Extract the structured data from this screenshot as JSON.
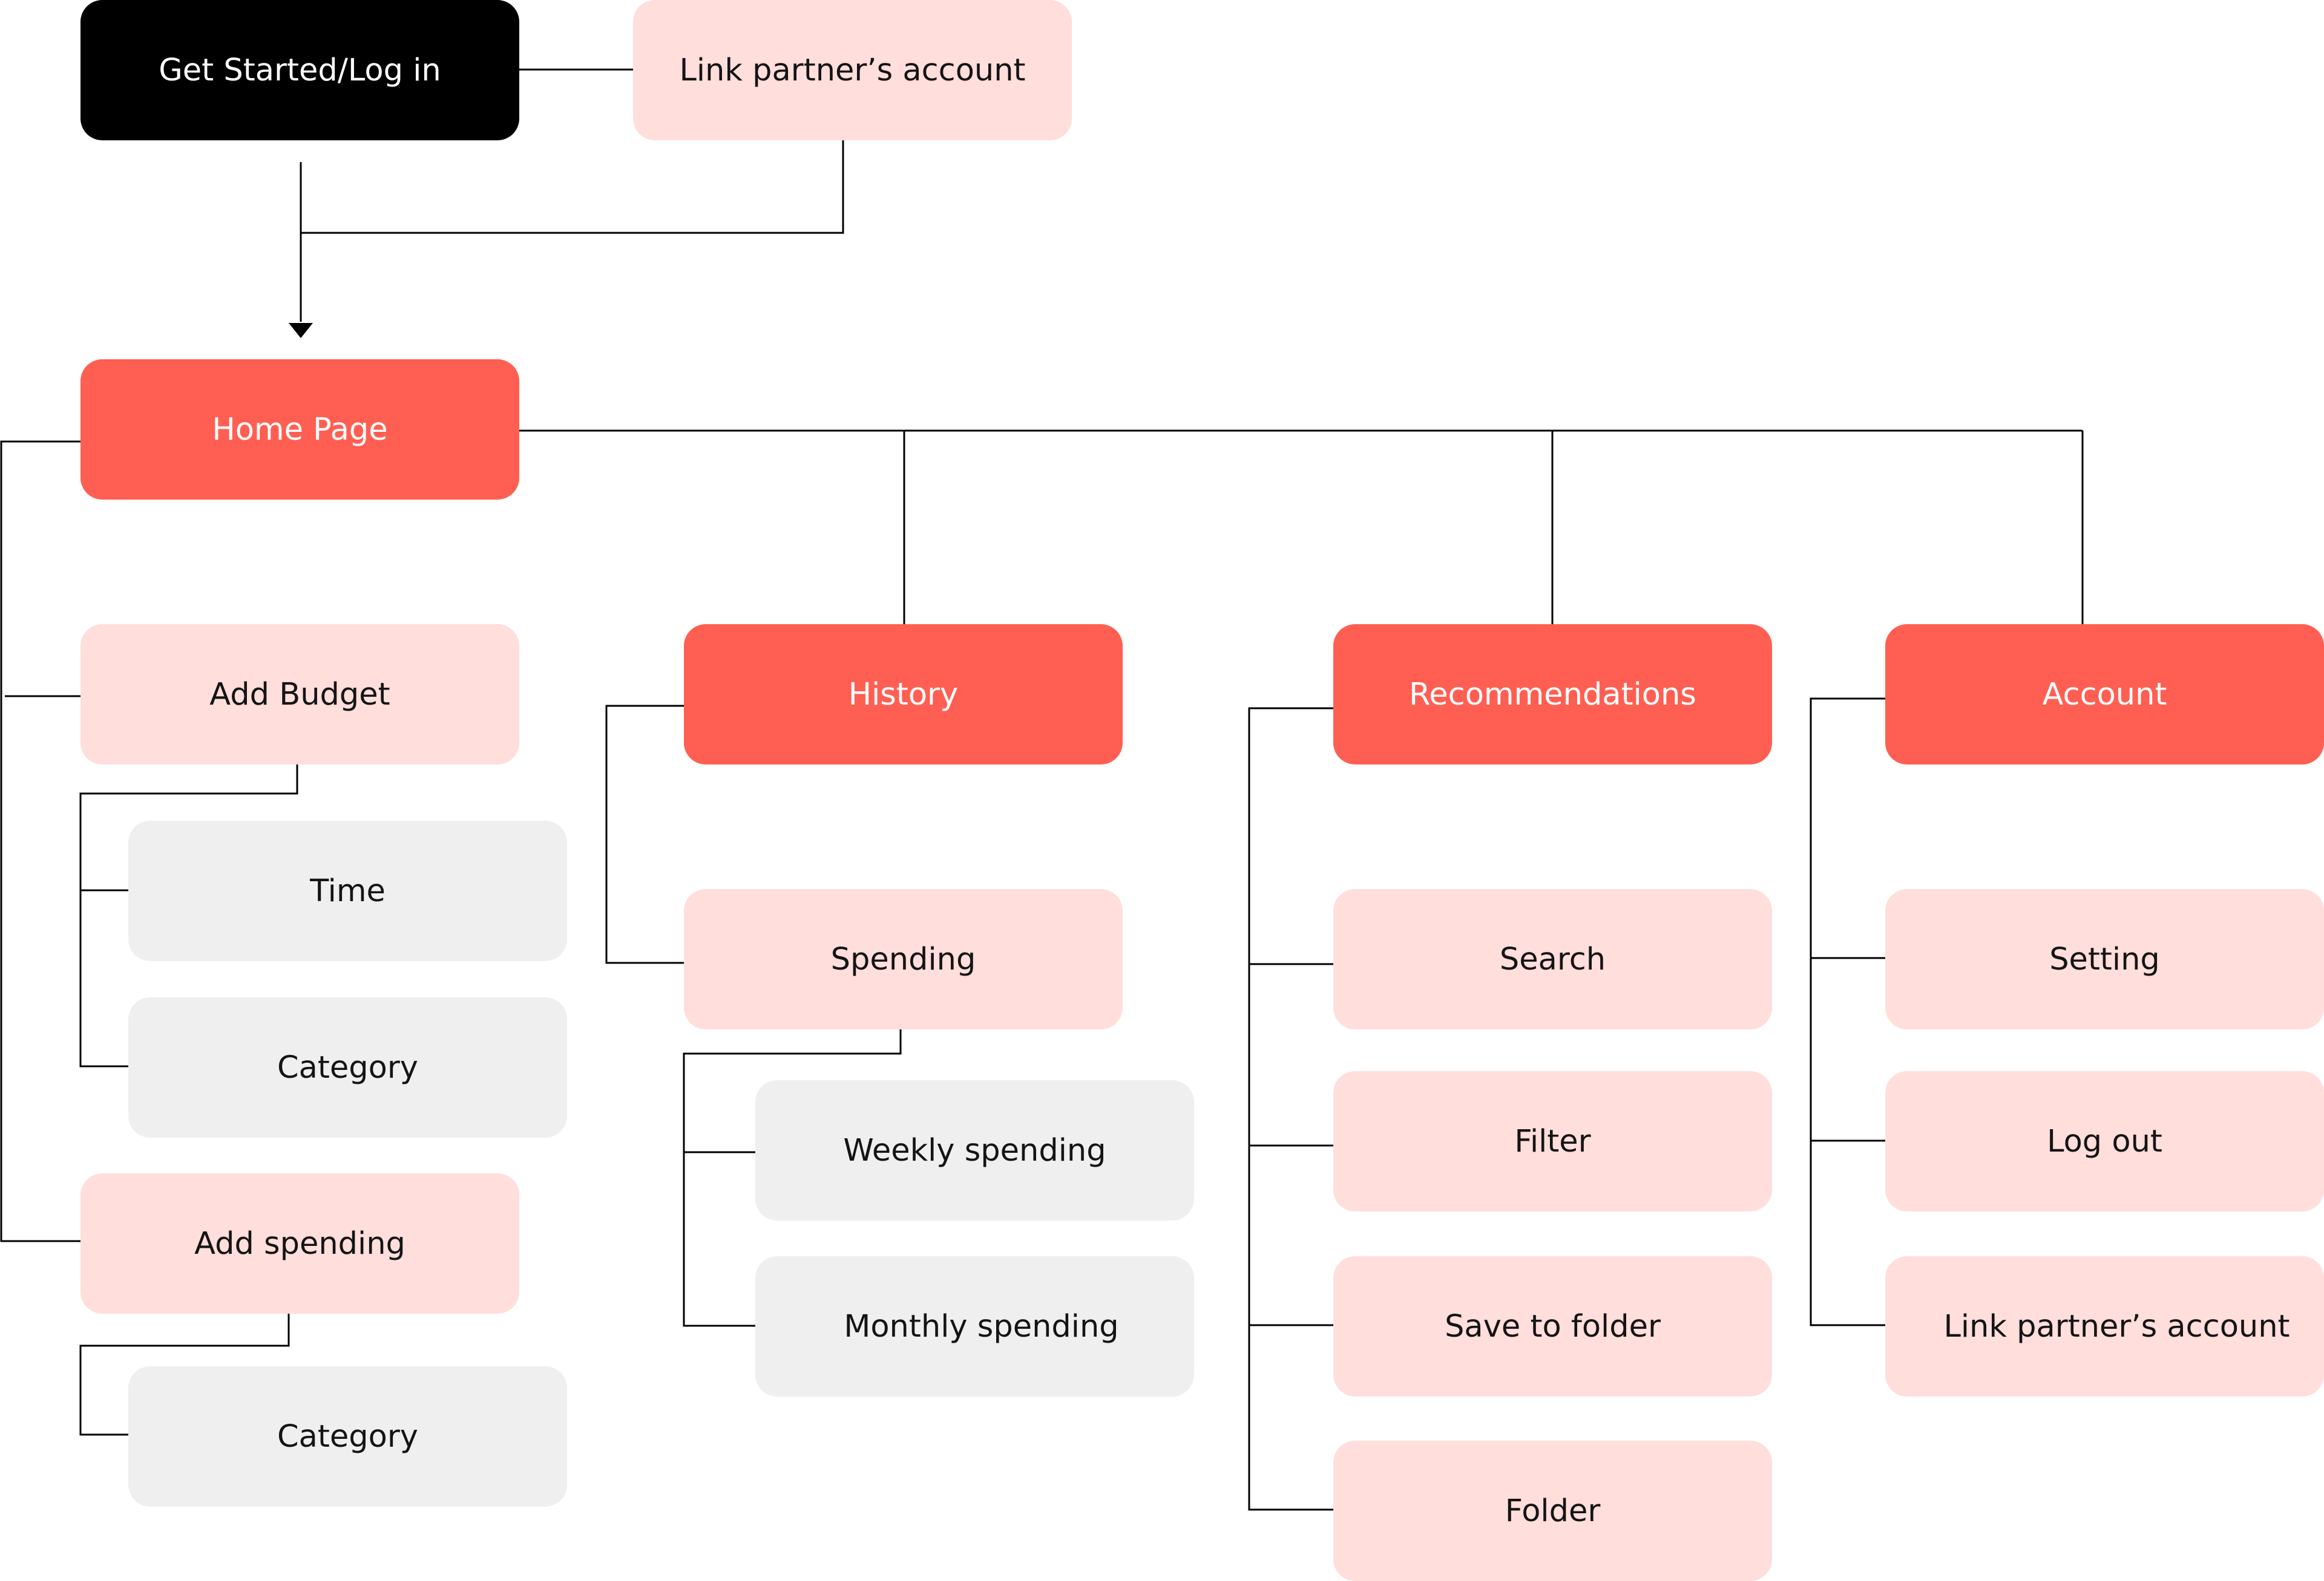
{
  "colors": {
    "start": "#000000",
    "primary": "#ff5f52",
    "secondary": "#ffdedb",
    "tertiary": "#efefef",
    "connector": "#000000"
  },
  "nodes": {
    "get_started": "Get Started/Log in",
    "link_partner_top": "Link partner’s account",
    "home_page": "Home Page",
    "add_budget": "Add Budget",
    "budget_time": "Time",
    "budget_category": "Category",
    "add_spending": "Add spending",
    "spending_category": "Category",
    "history": "History",
    "spending": "Spending",
    "weekly_spending": "Weekly spending",
    "monthly_spending": "Monthly spending",
    "recommendations": "Recommendations",
    "search": "Search",
    "filter": "Filter",
    "save_to_folder": "Save to folder",
    "folder": "Folder",
    "account": "Account",
    "setting": "Setting",
    "log_out": "Log out",
    "link_partner_account": "Link partner’s account"
  }
}
